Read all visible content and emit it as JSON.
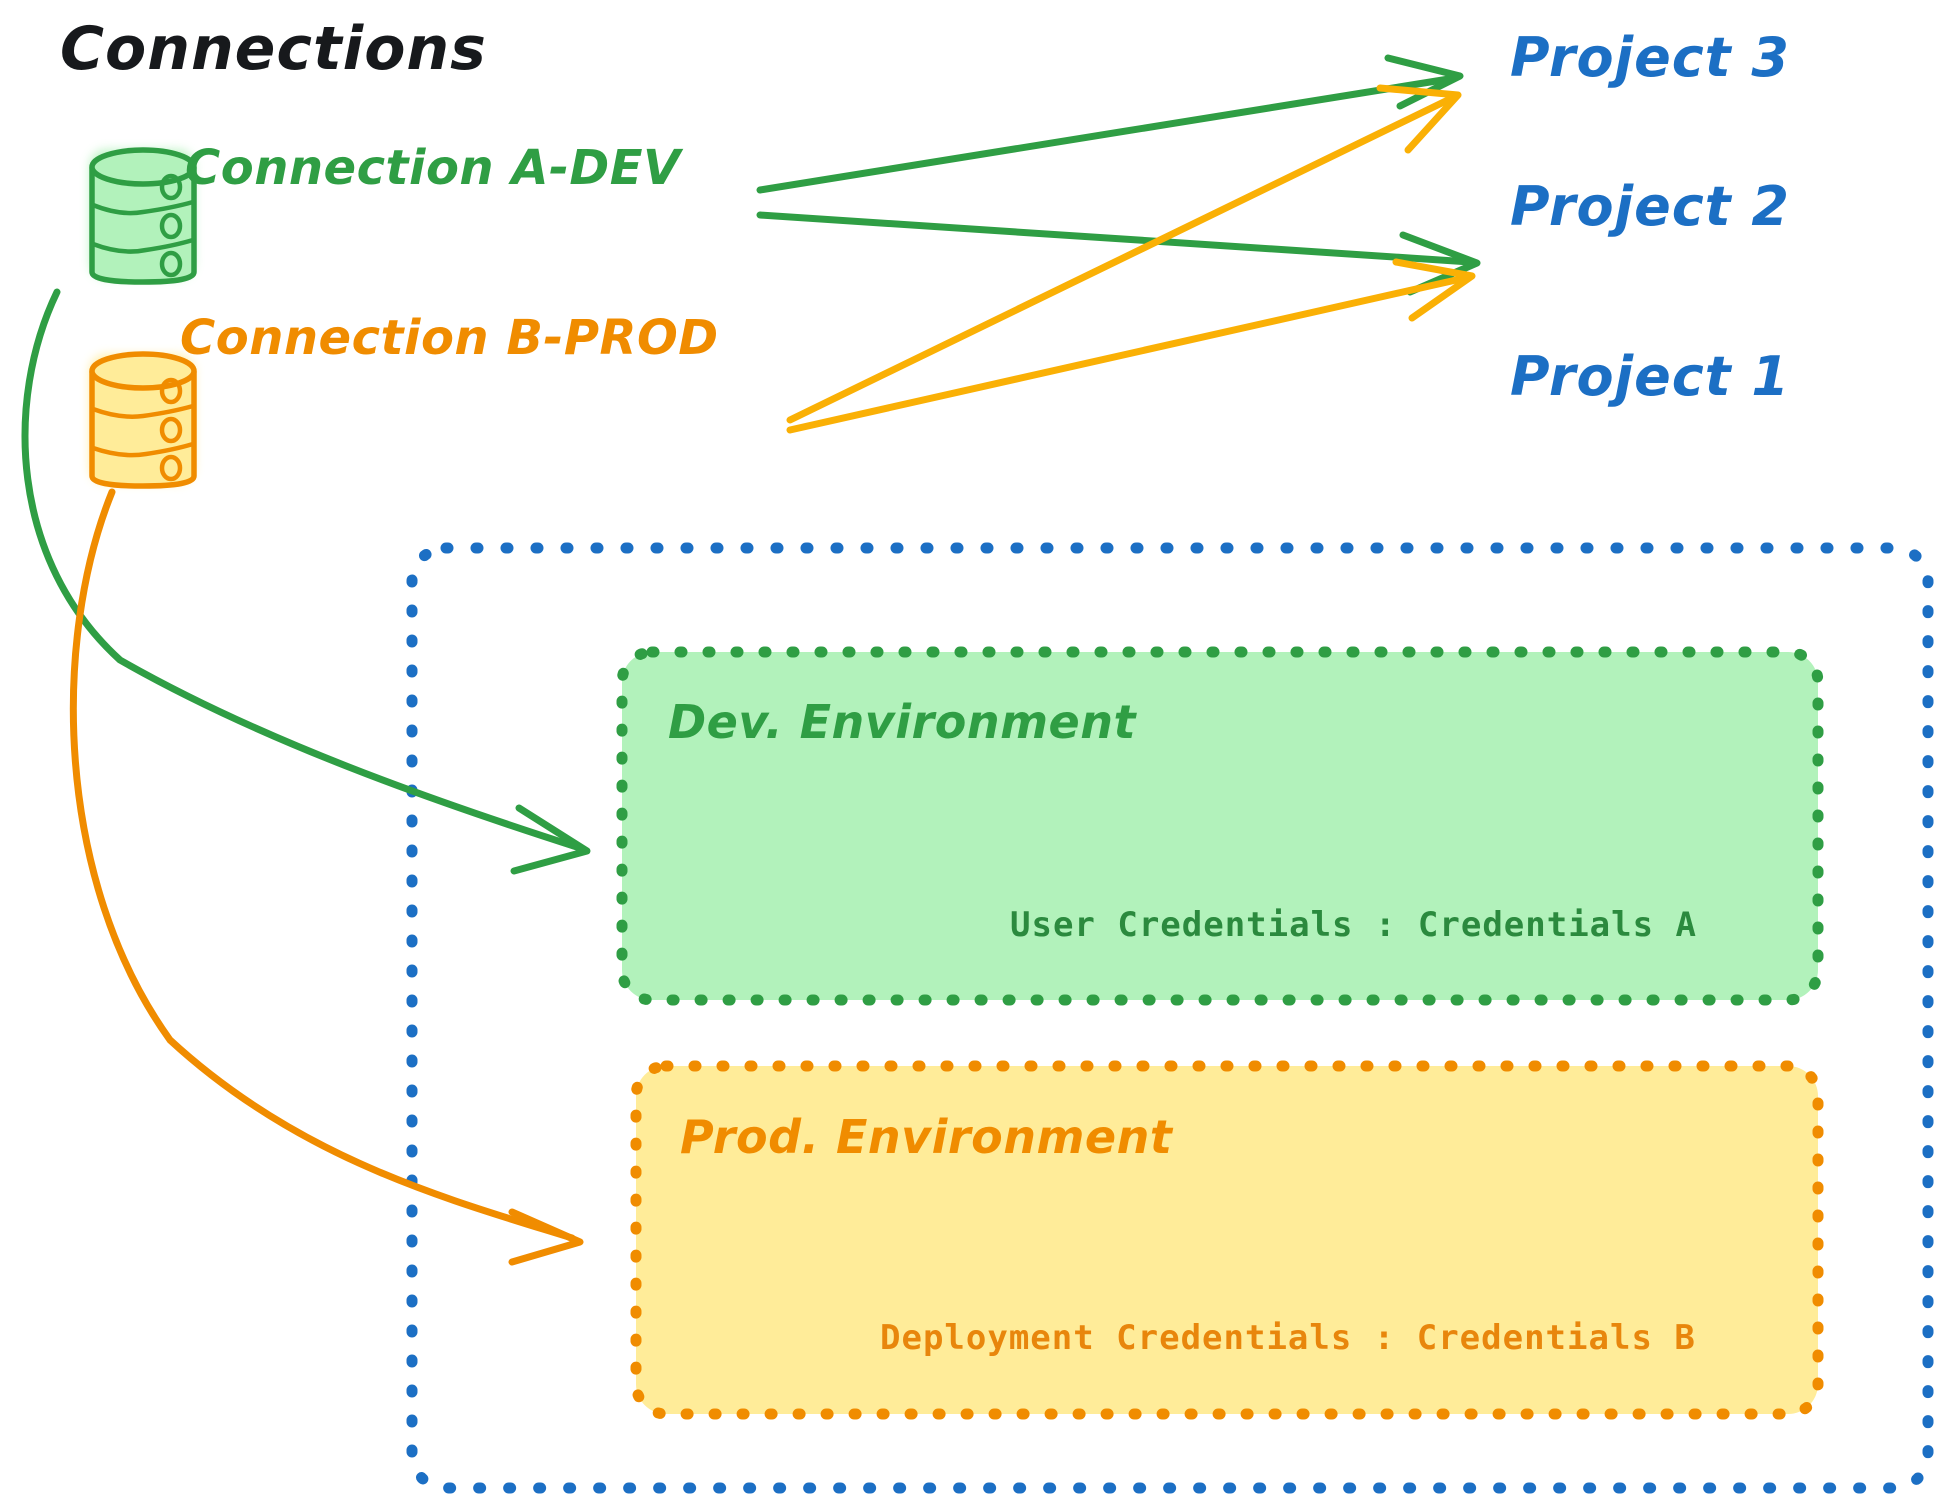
{
  "diagram": {
    "title": "Connections",
    "colors": {
      "dev_green_stroke": "#2f9e44",
      "dev_green_fill": "#b2f2bb",
      "prod_orange_stroke": "#f08c00",
      "prod_orange_fill": "#ffec99",
      "project_blue": "#1c6fc4",
      "title_black": "#17191c",
      "background": "#ffffff"
    },
    "connections": [
      {
        "id": "connection-a-dev",
        "label": "Connection A-DEV",
        "icon": "database-icon",
        "color": "#2f9e44",
        "targets": [
          "Project 3",
          "Project 2",
          "Dev. Environment"
        ]
      },
      {
        "id": "connection-b-prod",
        "label": "Connection B-PROD",
        "icon": "database-icon",
        "color": "#f08c00",
        "targets": [
          "Project 3",
          "Project 2",
          "Prod. Environment"
        ]
      }
    ],
    "projects": [
      {
        "id": "project-3",
        "label": "Project 3"
      },
      {
        "id": "project-2",
        "label": "Project 2"
      },
      {
        "id": "project-1",
        "label": "Project 1"
      }
    ],
    "project_1_container": {
      "label": "Project 1",
      "border_style": "dotted",
      "border_color": "#1c6fc4",
      "environments": [
        {
          "id": "dev-environment",
          "title": "Dev. Environment",
          "credential_label": "User Credentials",
          "credential_separator": ":",
          "credential_value": "Credentials A",
          "credential_line": "User Credentials : Credentials A",
          "stroke": "#2f9e44",
          "fill": "#b2f2bb"
        },
        {
          "id": "prod-environment",
          "title": "Prod. Environment",
          "credential_label": "Deployment Credentials",
          "credential_separator": ":",
          "credential_value": "Credentials B",
          "credential_line": "Deployment Credentials : Credentials B",
          "stroke": "#f08c00",
          "fill": "#ffec99"
        }
      ]
    }
  }
}
